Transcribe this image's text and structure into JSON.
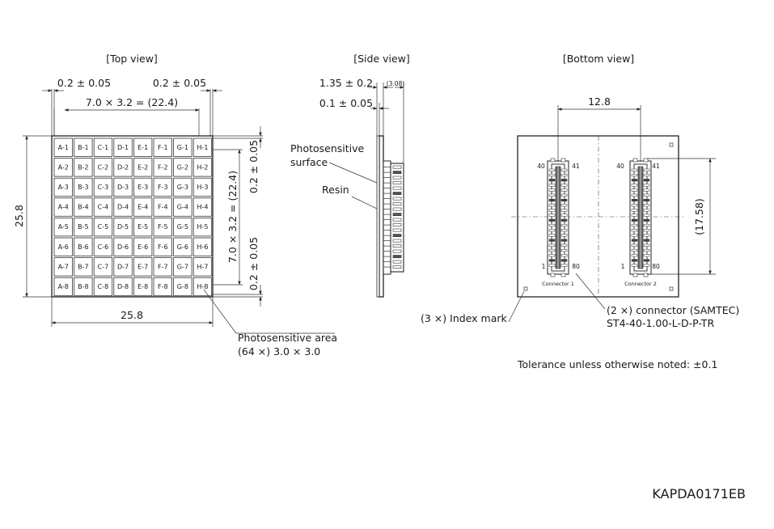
{
  "views": {
    "top_title": "[Top view]",
    "side_title": "[Side view]",
    "bottom_title": "[Bottom view]"
  },
  "top_view": {
    "columns": [
      "A",
      "B",
      "C",
      "D",
      "E",
      "F",
      "G",
      "H"
    ],
    "rows": [
      "1",
      "2",
      "3",
      "4",
      "5",
      "6",
      "7",
      "8"
    ],
    "dim_left_margin": "0.2 ± 0.05",
    "dim_right_margin": "0.2 ± 0.05",
    "dim_pitch_horizontal": "7.0 × 3.2 = (22.4)",
    "dim_pitch_vertical": "7.0 × 3.2 = (22.4)",
    "dim_top_margin_vertical": "0.2 ± 0.05",
    "dim_bottom_margin_vertical": "0.2 ± 0.05",
    "dim_height": "25.8",
    "dim_width": "25.8",
    "photosensitive_area_label": "Photosensitive area",
    "photosensitive_area_value": "(64 ×) 3.0 × 3.0"
  },
  "side_view": {
    "dim_thickness": "1.35 ± 0.2",
    "dim_total": "(3.08)",
    "dim_resin": "0.1 ± 0.05",
    "label_surface_line1": "Photosensitive",
    "label_surface_line2": "surface",
    "label_resin": "Resin"
  },
  "bottom_view": {
    "dim_connector_pitch": "12.8",
    "dim_connector_length": "(17.58)",
    "connector1_label": "Connector 1",
    "connector2_label": "Connector 2",
    "pin_40": "40",
    "pin_41": "41",
    "pin_1": "1",
    "pin_80": "80",
    "index_mark_label": "(3 ×) Index mark",
    "connector_label_line1": "(2 ×) connector (SAMTEC)",
    "connector_label_line2": "ST4-40-1.00-L-D-P-TR"
  },
  "tolerance_note": "Tolerance unless otherwise noted: ±0.1",
  "drawing_code": "KAPDA0171EB"
}
